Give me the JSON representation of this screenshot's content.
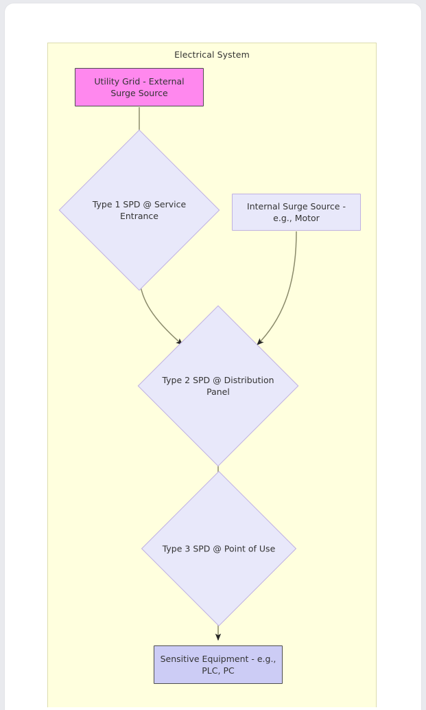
{
  "page": {
    "card_background": "#ffffff",
    "outer_background": "#e9eaee"
  },
  "diagram": {
    "type": "flowchart",
    "direction": "top-down",
    "cluster": {
      "id": "electrical-system",
      "title": "Electrical System",
      "fill": "#ffffde",
      "stroke": "#dcdcae"
    },
    "nodes": [
      {
        "id": "utility-grid",
        "shape": "rectangle",
        "label": "Utility Grid - External Surge Source",
        "line1": "Utility Grid - External",
        "line2": "Surge Source",
        "fill": "#ff88ee",
        "stroke": "#4d4d4d",
        "text_color": "#333333"
      },
      {
        "id": "type1-spd",
        "shape": "diamond",
        "label": "Type 1 SPD @ Service Entrance",
        "line1": "Type 1 SPD @ Service",
        "line2": "Entrance",
        "fill": "#e8e8fa",
        "stroke": "#bfb0e0",
        "text_color": "#333333"
      },
      {
        "id": "internal-surge-source",
        "shape": "rectangle",
        "label": "Internal Surge Source - e.g., Motor",
        "line1": "Internal Surge Source -",
        "line2": "e.g., Motor",
        "fill": "#e8e8fa",
        "stroke": "#bfb0e0",
        "text_color": "#333333"
      },
      {
        "id": "type2-spd",
        "shape": "diamond",
        "label": "Type 2 SPD @ Distribution Panel",
        "line1": "Type 2 SPD @ Distribution",
        "line2": "Panel",
        "fill": "#e8e8fa",
        "stroke": "#bfb0e0",
        "text_color": "#333333"
      },
      {
        "id": "type3-spd",
        "shape": "diamond",
        "label": "Type 3 SPD @ Point of Use",
        "line1": "Type 3 SPD @ Point of Use",
        "line2": "",
        "fill": "#e8e8fa",
        "stroke": "#bfb0e0",
        "text_color": "#333333"
      },
      {
        "id": "sensitive-equipment",
        "shape": "rectangle",
        "label": "Sensitive Equipment - e.g., PLC, PC",
        "line1": "Sensitive Equipment - e.g.,",
        "line2": "PLC, PC",
        "fill": "#ccccf5",
        "stroke": "#4d4d4d",
        "text_color": "#333333"
      }
    ],
    "edges": [
      {
        "from": "utility-grid",
        "to": "type1-spd",
        "style": "straight",
        "arrow": "filled",
        "label": ""
      },
      {
        "from": "type1-spd",
        "to": "type2-spd",
        "style": "curved",
        "arrow": "filled",
        "label": ""
      },
      {
        "from": "internal-surge-source",
        "to": "type2-spd",
        "style": "curved",
        "arrow": "filled",
        "label": ""
      },
      {
        "from": "type2-spd",
        "to": "type3-spd",
        "style": "straight",
        "arrow": "filled",
        "label": ""
      },
      {
        "from": "type3-spd",
        "to": "sensitive-equipment",
        "style": "straight",
        "arrow": "filled",
        "label": ""
      }
    ],
    "edge_color": "#8a8a6a"
  }
}
